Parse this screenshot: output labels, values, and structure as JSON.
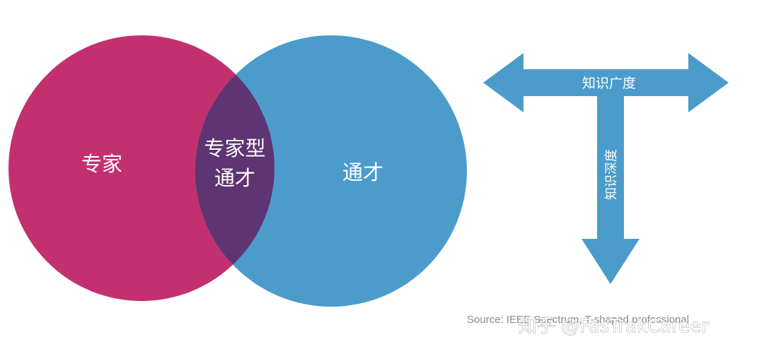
{
  "venn": {
    "left_label": "专家",
    "overlap_label_line1": "专家型",
    "overlap_label_line2": "通才",
    "right_label": "通才",
    "colors": {
      "left": "#c2306f",
      "right": "#4b9ccb",
      "overlap": "#5e3472"
    }
  },
  "t_shape": {
    "horizontal_label": "知识广度",
    "vertical_label": "知识深度",
    "color": "#4b9ccb"
  },
  "source_text": "Source: IEEE Spectrum, T-shaped professional",
  "watermark": "知乎 @FasTrakCareer"
}
